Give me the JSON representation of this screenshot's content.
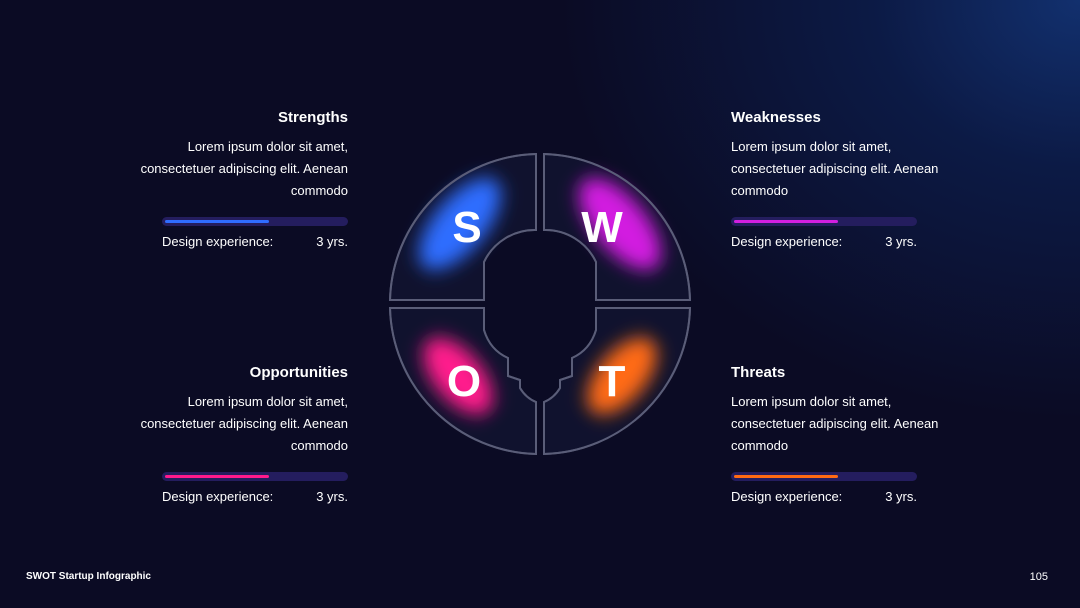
{
  "footer": {
    "title": "SWOT Startup Infographic",
    "page_number": "105"
  },
  "wheel": {
    "letters": {
      "s": "S",
      "w": "W",
      "o": "O",
      "t": "T"
    }
  },
  "colors": {
    "strengths": "#2f6dff",
    "weaknesses": "#d21fe0",
    "opportunities": "#ff1a8c",
    "threats": "#ff6a13",
    "track": "#241d5e"
  },
  "strengths": {
    "title": "Strengths",
    "desc_lines": [
      "Lorem ipsum dolor sit amet,",
      "consectetuer adipiscing elit. Aenean",
      "commodo"
    ],
    "exp_label": "Design experience:",
    "exp_value": "3 yrs.",
    "progress": 0.58
  },
  "weaknesses": {
    "title": "Weaknesses",
    "desc_lines": [
      "Lorem ipsum dolor sit amet,",
      "consectetuer adipiscing elit. Aenean",
      "commodo"
    ],
    "exp_label": "Design experience:",
    "exp_value": "3 yrs.",
    "progress": 0.58
  },
  "opportunities": {
    "title": "Opportunities",
    "desc_lines": [
      "Lorem ipsum dolor sit amet,",
      "consectetuer adipiscing elit. Aenean",
      "commodo"
    ],
    "exp_label": "Design experience:",
    "exp_value": "3 yrs.",
    "progress": 0.58
  },
  "threats": {
    "title": "Threats",
    "desc_lines": [
      "Lorem ipsum dolor sit amet,",
      "consectetuer adipiscing elit. Aenean",
      "commodo"
    ],
    "exp_label": "Design experience:",
    "exp_value": "3 yrs.",
    "progress": 0.58
  }
}
